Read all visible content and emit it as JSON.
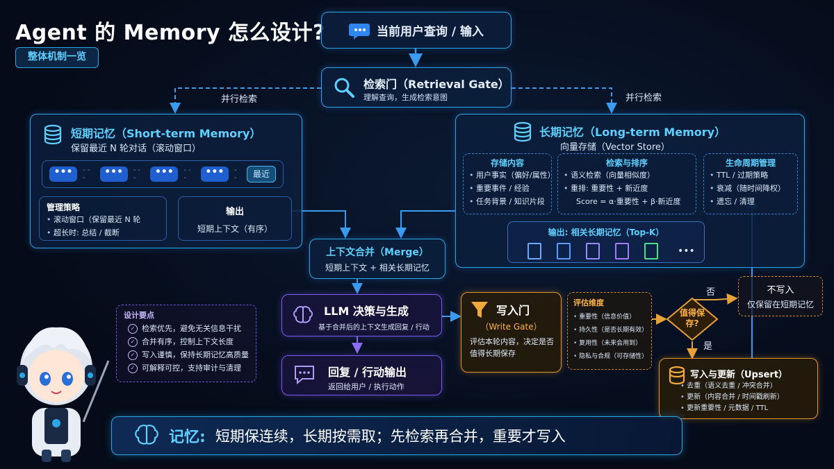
{
  "header": {
    "title": "Agent 的 Memory 怎么设计?",
    "badge": "整体机制一览"
  },
  "input": {
    "label": "当前用户查询 / 输入"
  },
  "gate": {
    "title": "检索门（Retrieval Gate）",
    "subtitle": "理解查询，生成检索意图"
  },
  "edges": {
    "parallel_left": "并行检索",
    "parallel_right": "并行检索",
    "no": "否",
    "yes": "是"
  },
  "short_term": {
    "title": "短期记忆（Short-term Memory）",
    "subtitle": "保留最近 N 轮对话（滚动窗口）",
    "bubble_text": "•••",
    "latest": "最近",
    "strategy": {
      "title": "管理策略",
      "items": [
        "滚动窗口（保留最近 N 轮",
        "超长时: 总结 / 截断"
      ]
    },
    "output": {
      "title": "输出",
      "text": "短期上下文（有序）"
    }
  },
  "long_term": {
    "title": "长期记忆（Long-term Memory）",
    "subtitle": "向量存储（Vector Store）",
    "store": {
      "title": "存储内容",
      "items": [
        "用户事实（偏好/属性）",
        "重要事件 / 经验",
        "任务背景 / 知识片段"
      ]
    },
    "rank": {
      "title": "检索与排序",
      "items": [
        "语义检索（向量相似度）",
        "重排: 重要性 + 新近度"
      ],
      "formula": "Score = α·重要性 + β·新近度"
    },
    "lifecycle": {
      "title": "生命周期管理",
      "items": [
        "TTL / 过期策略",
        "衰减（随时间降权）",
        "遗忘 / 清理"
      ]
    },
    "output": {
      "title": "输出: 相关长期记忆（Top-K）",
      "more": "•••"
    }
  },
  "merge": {
    "title": "上下文合并（Merge）",
    "subtitle": "短期上下文 + 相关长期记忆"
  },
  "llm": {
    "title": "LLM 决策与生成",
    "subtitle": "基于合并后的上下文生成回复 / 行动"
  },
  "reply": {
    "title": "回复 / 行动输出",
    "subtitle": "返回给用户 / 执行动作"
  },
  "tips": {
    "title": "设计要点",
    "items": [
      "检索优先，避免无关信息干扰",
      "合并有序，控制上下文长度",
      "写入谨慎，保持长期记忆高质量",
      "可解释可控，支持审计与清理"
    ]
  },
  "write_gate": {
    "title": "写入门",
    "en": "（Write Gate）",
    "desc": "评估本轮内容，决定是否值得长期保存"
  },
  "eval": {
    "title": "评估维度",
    "items": [
      "重要性（信息价值）",
      "持久性（是否长期有效）",
      "复用性（未来会用到）",
      "隐私与合规（可存储性）"
    ]
  },
  "decision": {
    "label": "值得保存?"
  },
  "no_write": {
    "title": "不写入",
    "subtitle": "仅保留在短期记忆"
  },
  "upsert": {
    "title": "写入与更新（Upsert）",
    "items": [
      "去重（语义去重 / 冲突合并）",
      "更新（内容合并 / 时间戳刷新）",
      "更新重要性 / 元数据 / TTL"
    ]
  },
  "footer": {
    "lead": "记忆:",
    "text": "短期保连续，长期按需取；先检索再合并，重要才写入"
  },
  "colors": {
    "accent": "#2aa7e6",
    "purple": "#7b5cf0",
    "orange": "#e39a2a",
    "bg": "#050b18"
  }
}
